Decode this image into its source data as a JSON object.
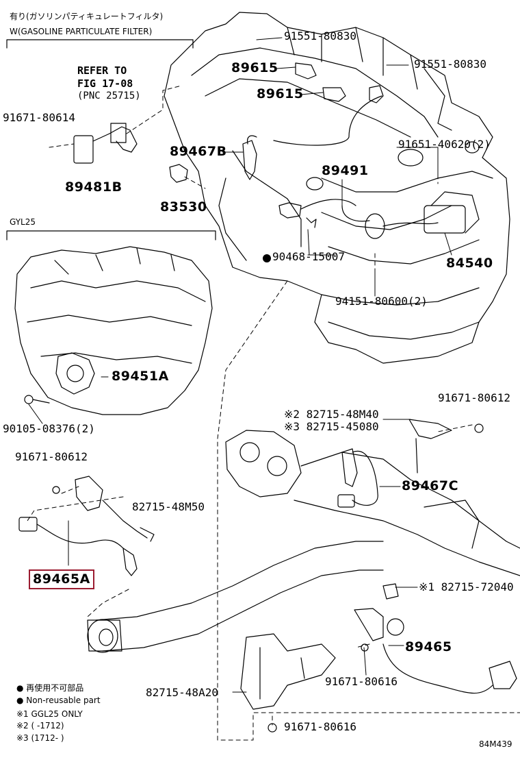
{
  "header_jp": "有り(ガソリンパティキュレートフィルタ)",
  "header_en": "W(GASOLINE PARTICULATE FILTER)",
  "refer": [
    "REFER TO",
    "FIG 17-08",
    "(PNC 25715)"
  ],
  "section_gyl25": "GYL25",
  "diagram_id": "84M439",
  "legend": {
    "jp": "● 再使用不可部品",
    "en": "● Non-reusable part",
    "note1": "※1 GGL25 ONLY",
    "note2": "※2 (      -1712)",
    "note3": "※3 (1712-      )"
  },
  "parts": {
    "p91551_a": "91551-80830",
    "p91551_b": "91551-80830",
    "p89615_a": "89615",
    "p89615_b": "89615",
    "p91671_80614": "91671-80614",
    "p89481B": "89481B",
    "p89467B": "89467B",
    "p83530": "83530",
    "p89491": "89491",
    "p91651": "91651-40620(2)",
    "p90468": "90468-15007",
    "p84540": "84540",
    "p94151": "94151-80600(2)",
    "p89451A": "89451A",
    "p90105": "90105-08376(2)",
    "p91671_80612_a": "91671-80612",
    "p82715_48M40": "※2 82715-48M40",
    "p82715_45080": "※3 82715-45080",
    "p91671_80612_b": "91671-80612",
    "p82715_48M50": "82715-48M50",
    "p89467C": "89467C",
    "p89465A": "89465A",
    "p82715_72040": "※1 82715-72040",
    "p89465": "89465",
    "p91671_80616_a": "91671-80616",
    "p82715_48A20": "82715-48A20",
    "p91671_80616_b": "91671-80616"
  }
}
